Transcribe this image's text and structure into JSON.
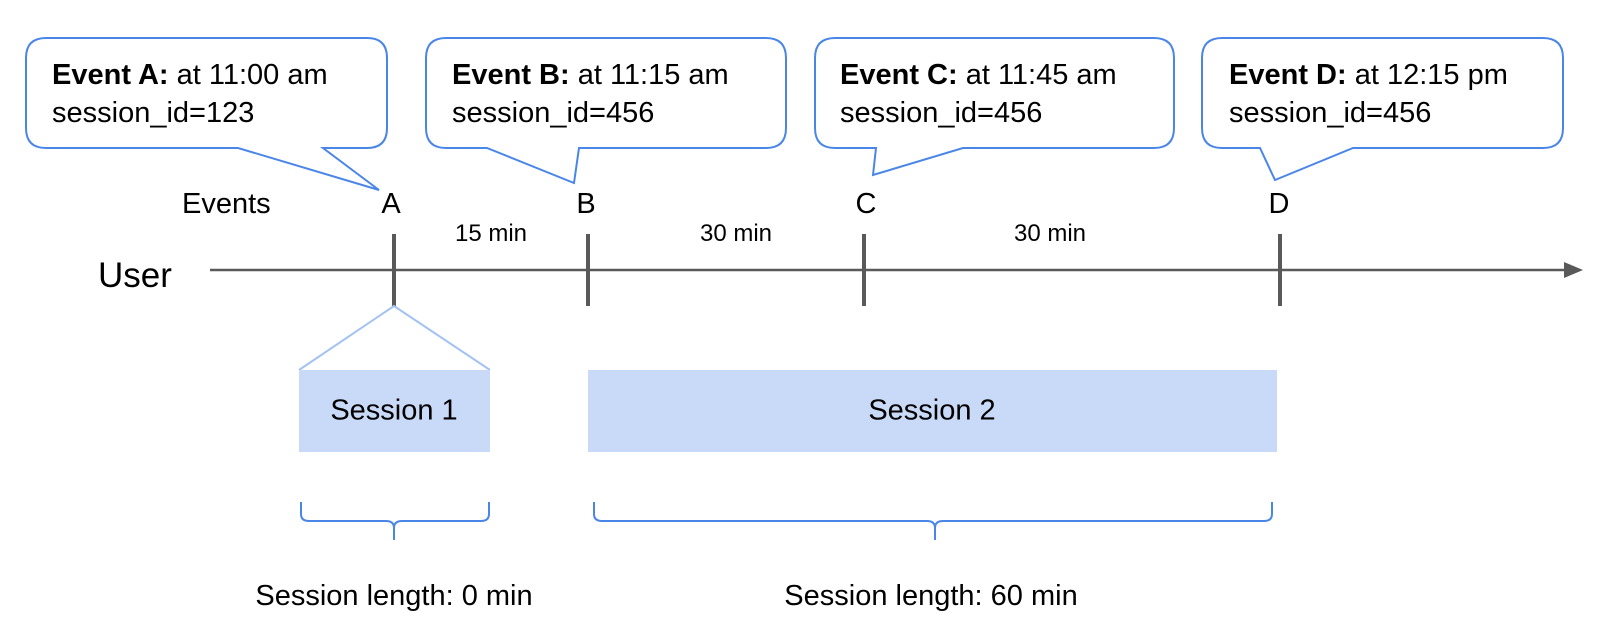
{
  "row_labels": {
    "events": "Events",
    "user": "User"
  },
  "events": [
    {
      "letter": "A",
      "name": "Event A:",
      "time_text": "at 11:00 am",
      "session_id_text": "session_id=123"
    },
    {
      "letter": "B",
      "name": "Event B:",
      "time_text": "at 11:15 am",
      "session_id_text": "session_id=456"
    },
    {
      "letter": "C",
      "name": "Event C:",
      "time_text": "at 11:45 am",
      "session_id_text": "session_id=456"
    },
    {
      "letter": "D",
      "name": "Event D:",
      "time_text": "at 12:15 pm",
      "session_id_text": "session_id=456"
    }
  ],
  "gaps": [
    "15 min",
    "30 min",
    "30 min"
  ],
  "sessions": [
    {
      "label": "Session 1",
      "length_text": "Session length: 0 min"
    },
    {
      "label": "Session 2",
      "length_text": "Session length: 60 min"
    }
  ],
  "colors": {
    "callout_border": "#4a86e8",
    "axis": "#595959",
    "session_fill": "#c9daf8",
    "connector": "#a4c2f4",
    "brace": "#4a86e8"
  }
}
